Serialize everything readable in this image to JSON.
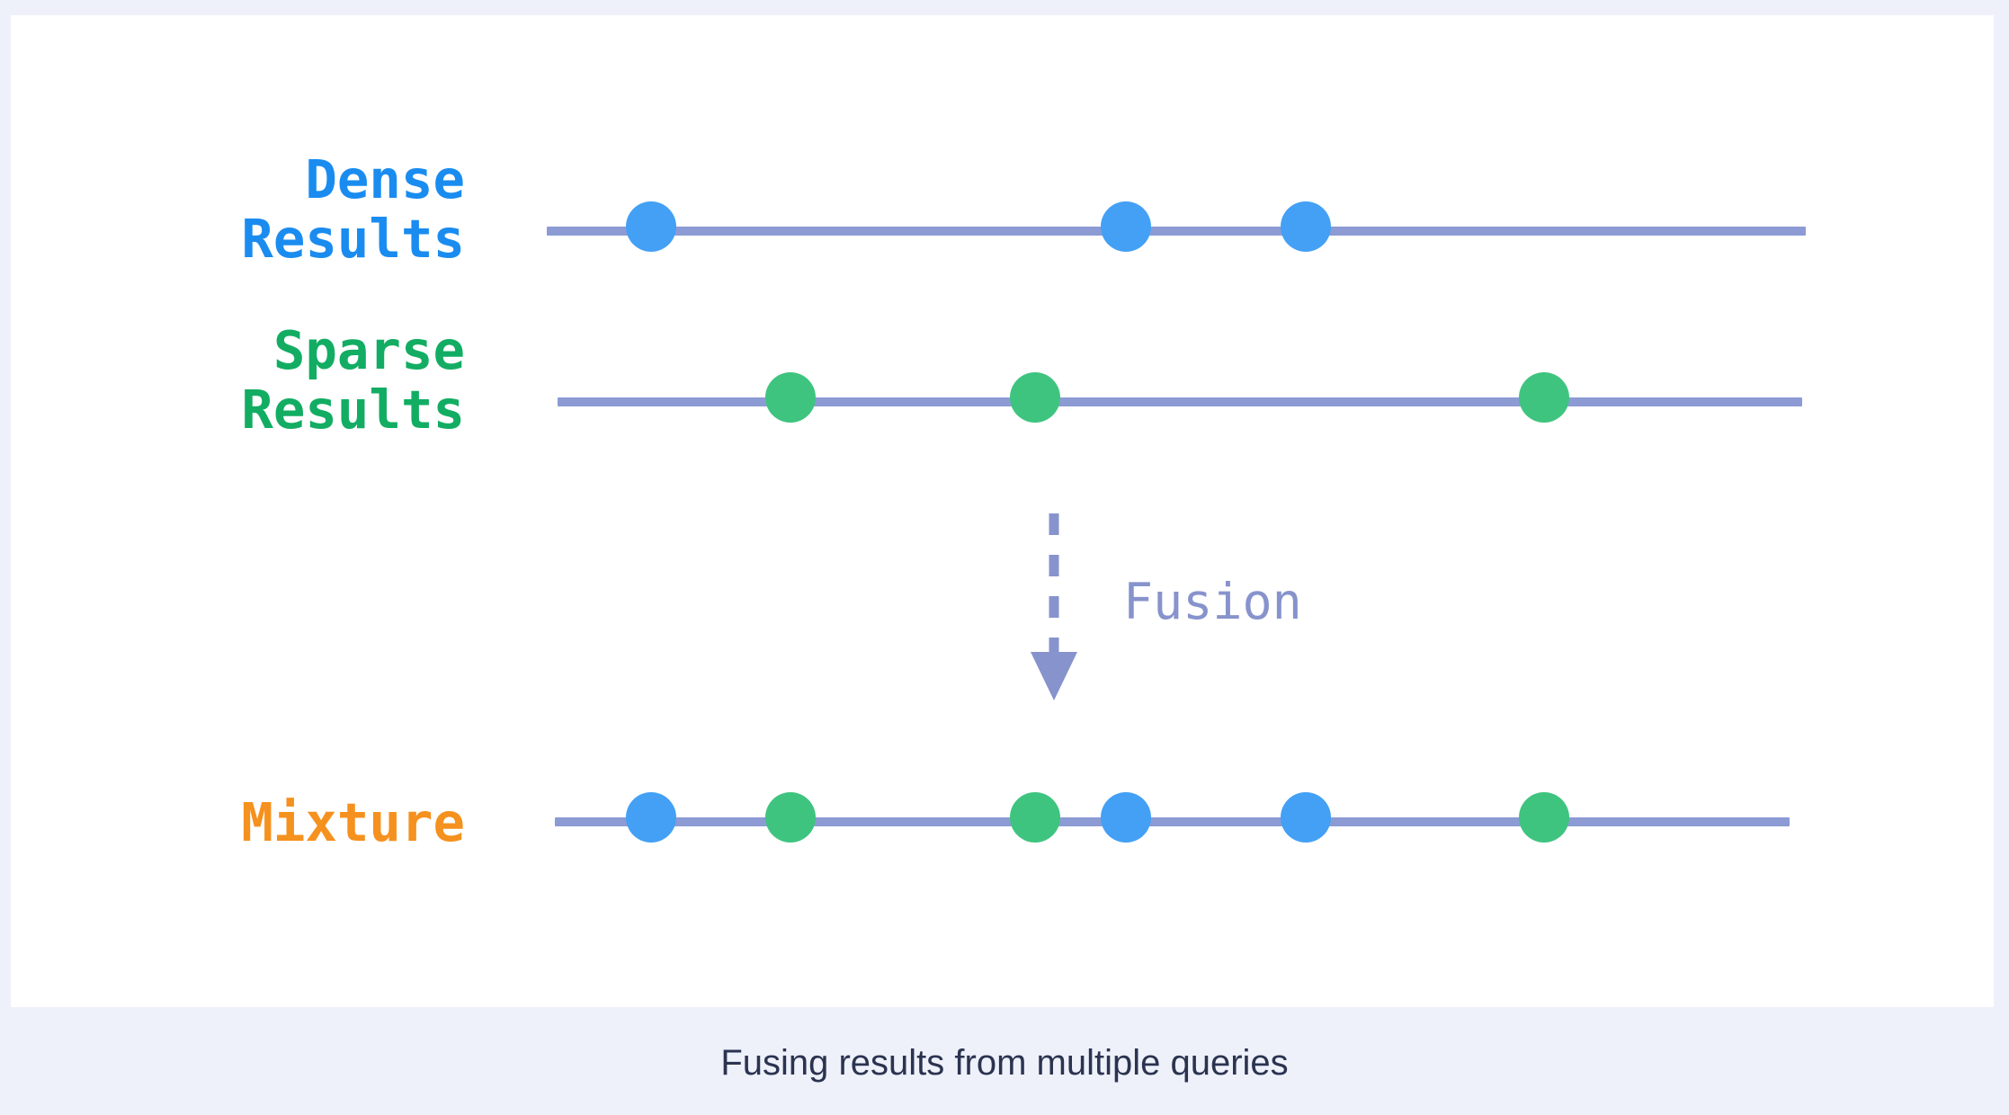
{
  "colors": {
    "page_background": "#eef1fa",
    "card_background": "#ffffff",
    "dense": "#43a0f5",
    "dense_label": "#1a8cf0",
    "sparse": "#3fc47f",
    "sparse_label": "#12ad63",
    "mixture_label": "#f5911e",
    "track": "#8c9bd4",
    "annotation": "#8793cc",
    "caption": "#2b3350"
  },
  "rows": [
    {
      "id": "dense",
      "label": "Dense\nResults",
      "label_color": "#1a8cf0",
      "dot_color": "#43a0f5",
      "dots": [
        {
          "type": "dense",
          "x": 712
        },
        {
          "type": "dense",
          "x": 1240
        },
        {
          "type": "dense",
          "x": 1440
        }
      ]
    },
    {
      "id": "sparse",
      "label": "Sparse\nResults",
      "label_color": "#12ad63",
      "dot_color": "#3fc47f",
      "dots": [
        {
          "type": "sparse",
          "x": 867
        },
        {
          "type": "sparse",
          "x": 1139
        },
        {
          "type": "sparse",
          "x": 1705
        }
      ]
    },
    {
      "id": "mixture",
      "label": "Mixture",
      "label_color": "#f5911e",
      "dots": [
        {
          "type": "dense",
          "x": 712
        },
        {
          "type": "sparse",
          "x": 867
        },
        {
          "type": "sparse",
          "x": 1139
        },
        {
          "type": "dense",
          "x": 1240
        },
        {
          "type": "dense",
          "x": 1440
        },
        {
          "type": "sparse",
          "x": 1705
        }
      ]
    }
  ],
  "annotation": {
    "fusion_label": "Fusion",
    "arrow_style": "dashed-down-arrow"
  },
  "caption": {
    "text": "Fusing results from multiple queries"
  },
  "chart_data": {
    "type": "scatter",
    "title": "Fusing results from multiple queries",
    "xlabel": "",
    "ylabel": "",
    "series": [
      {
        "name": "Dense Results",
        "color": "#43a0f5",
        "row": 1,
        "x": [
          712,
          1240,
          1440
        ]
      },
      {
        "name": "Sparse Results",
        "color": "#3fc47f",
        "row": 2,
        "x": [
          867,
          1139,
          1705
        ]
      },
      {
        "name": "Mixture",
        "color": "#f5911e",
        "row": 3,
        "x": [
          712,
          867,
          1139,
          1240,
          1440,
          1705
        ],
        "point_colors": [
          "#43a0f5",
          "#3fc47f",
          "#3fc47f",
          "#43a0f5",
          "#43a0f5",
          "#3fc47f"
        ]
      }
    ],
    "legend": [
      "Dense Results",
      "Sparse Results",
      "Mixture"
    ],
    "grid": false
  }
}
